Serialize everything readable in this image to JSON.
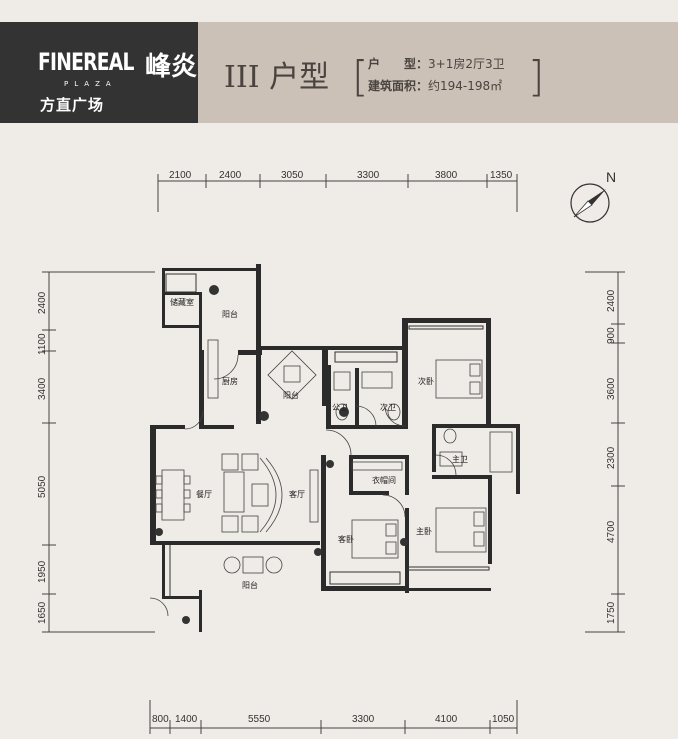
{
  "header": {
    "logo_text": "FINEREAL",
    "logo_sub": "PLAZA",
    "logo_cn": "方直广场",
    "brand_cn": "峰炎",
    "unit_title": "III 户型",
    "spec_type_label": "户　　型：",
    "spec_type_value": "3+1房2厅3卫",
    "spec_area_label": "建筑面积：",
    "spec_area_value": "约194-198㎡"
  },
  "compass": {
    "label": "N"
  },
  "dimensions": {
    "top": [
      "2100",
      "2400",
      "3050",
      "3300",
      "3800",
      "1350"
    ],
    "bottom": [
      "800",
      "1400",
      "5550",
      "3300",
      "4100",
      "1050"
    ],
    "left": [
      "2400",
      "1100",
      "3400",
      "5050",
      "1950",
      "1650"
    ],
    "right": [
      "2400",
      "900",
      "3600",
      "2300",
      "4700",
      "1750"
    ]
  },
  "rooms": {
    "storage": "储藏室",
    "balcony_n": "阳台",
    "kitchen": "厨房",
    "balcony_mid": "阳台",
    "public_bath": "公卫",
    "second_bath": "次卫",
    "second_bedroom": "次卧",
    "master_bath": "主卫",
    "cloakroom": "衣帽间",
    "dining": "餐厅",
    "living": "客厅",
    "guest_bedroom": "客卧",
    "master_bedroom": "主卧",
    "balcony_s": "阳台"
  }
}
